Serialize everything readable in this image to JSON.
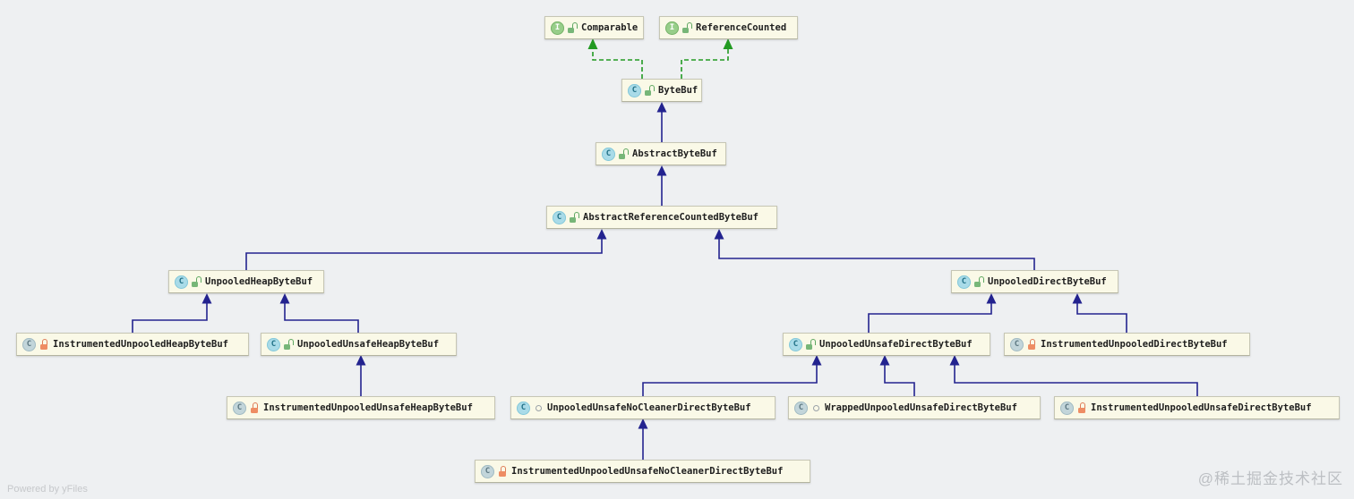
{
  "diagram": {
    "type": "uml-class-hierarchy",
    "icons": {
      "class_letter": "C",
      "interface_letter": "I",
      "class-icon": "blue circle with C",
      "interface-icon": "green circle with I",
      "open-lock-icon": "green open padlock (public)",
      "closed-lock-icon": "orange closed padlock (package-private)",
      "circle-visibility-icon": "gray hollow circle (package-local)"
    },
    "colors": {
      "background": "#eef0f2",
      "node_fill": "#faf9e7",
      "node_border": "#c6c6b4",
      "extends_edge": "#23238f",
      "implements_edge": "#229a22",
      "class_icon": "#a9dbe8",
      "interface_icon": "#97ce89",
      "public_lock": "#5fa862",
      "package_lock": "#ee8d64",
      "local_circle": "#9aa2a8"
    },
    "edge_types": {
      "extends": "solid navy line, hollow-to-filled navy triangle arrowhead pointing at superclass",
      "implements": "dashed green line, filled green triangle arrowhead pointing at interface"
    },
    "nodes": [
      {
        "id": "comparable",
        "label": "Comparable",
        "kind": "interface",
        "visibility": "public"
      },
      {
        "id": "reference-counted",
        "label": "ReferenceCounted",
        "kind": "interface",
        "visibility": "public"
      },
      {
        "id": "bytebuf",
        "label": "ByteBuf",
        "kind": "class",
        "visibility": "public"
      },
      {
        "id": "abstract-bytebuf",
        "label": "AbstractByteBuf",
        "kind": "class",
        "visibility": "public"
      },
      {
        "id": "abstract-reference-counted-bytebuf",
        "label": "AbstractReferenceCountedByteBuf",
        "kind": "class",
        "visibility": "public"
      },
      {
        "id": "unpooled-heap-bytebuf",
        "label": "UnpooledHeapByteBuf",
        "kind": "class",
        "visibility": "public"
      },
      {
        "id": "unpooled-direct-bytebuf",
        "label": "UnpooledDirectByteBuf",
        "kind": "class",
        "visibility": "public"
      },
      {
        "id": "instrumented-unpooled-heap-bytebuf",
        "label": "InstrumentedUnpooledHeapByteBuf",
        "kind": "class",
        "visibility": "package"
      },
      {
        "id": "unpooled-unsafe-heap-bytebuf",
        "label": "UnpooledUnsafeHeapByteBuf",
        "kind": "class",
        "visibility": "public"
      },
      {
        "id": "unpooled-unsafe-direct-bytebuf",
        "label": "UnpooledUnsafeDirectByteBuf",
        "kind": "class",
        "visibility": "public"
      },
      {
        "id": "instrumented-unpooled-direct-bytebuf",
        "label": "InstrumentedUnpooledDirectByteBuf",
        "kind": "class",
        "visibility": "package"
      },
      {
        "id": "instrumented-unpooled-unsafe-heap-bytebuf",
        "label": "InstrumentedUnpooledUnsafeHeapByteBuf",
        "kind": "class",
        "visibility": "package"
      },
      {
        "id": "unpooled-unsafe-nocleaner-direct-bytebuf",
        "label": "UnpooledUnsafeNoCleanerDirectByteBuf",
        "kind": "class",
        "visibility": "local"
      },
      {
        "id": "wrapped-unpooled-unsafe-direct-bytebuf",
        "label": "WrappedUnpooledUnsafeDirectByteBuf",
        "kind": "class",
        "visibility": "local"
      },
      {
        "id": "instrumented-unpooled-unsafe-direct-bytebuf",
        "label": "InstrumentedUnpooledUnsafeDirectByteBuf",
        "kind": "class",
        "visibility": "package"
      },
      {
        "id": "instrumented-unpooled-unsafe-nocleaner-direct-bytebuf",
        "label": "InstrumentedUnpooledUnsafeNoCleanerDirectByteBuf",
        "kind": "class",
        "visibility": "package"
      }
    ],
    "edges": [
      {
        "from": "ByteBuf",
        "to": "Comparable",
        "type": "implements"
      },
      {
        "from": "ByteBuf",
        "to": "ReferenceCounted",
        "type": "implements"
      },
      {
        "from": "AbstractByteBuf",
        "to": "ByteBuf",
        "type": "extends"
      },
      {
        "from": "AbstractReferenceCountedByteBuf",
        "to": "AbstractByteBuf",
        "type": "extends"
      },
      {
        "from": "UnpooledHeapByteBuf",
        "to": "AbstractReferenceCountedByteBuf",
        "type": "extends"
      },
      {
        "from": "UnpooledDirectByteBuf",
        "to": "AbstractReferenceCountedByteBuf",
        "type": "extends"
      },
      {
        "from": "InstrumentedUnpooledHeapByteBuf",
        "to": "UnpooledHeapByteBuf",
        "type": "extends"
      },
      {
        "from": "UnpooledUnsafeHeapByteBuf",
        "to": "UnpooledHeapByteBuf",
        "type": "extends"
      },
      {
        "from": "InstrumentedUnpooledUnsafeHeapByteBuf",
        "to": "UnpooledUnsafeHeapByteBuf",
        "type": "extends"
      },
      {
        "from": "UnpooledUnsafeDirectByteBuf",
        "to": "UnpooledDirectByteBuf",
        "type": "extends"
      },
      {
        "from": "InstrumentedUnpooledDirectByteBuf",
        "to": "UnpooledDirectByteBuf",
        "type": "extends"
      },
      {
        "from": "UnpooledUnsafeNoCleanerDirectByteBuf",
        "to": "UnpooledUnsafeDirectByteBuf",
        "type": "extends"
      },
      {
        "from": "WrappedUnpooledUnsafeDirectByteBuf",
        "to": "UnpooledUnsafeDirectByteBuf",
        "type": "extends"
      },
      {
        "from": "InstrumentedUnpooledUnsafeDirectByteBuf",
        "to": "UnpooledUnsafeDirectByteBuf",
        "type": "extends"
      },
      {
        "from": "InstrumentedUnpooledUnsafeNoCleanerDirectByteBuf",
        "to": "UnpooledUnsafeNoCleanerDirectByteBuf",
        "type": "extends"
      }
    ]
  },
  "footer": {
    "powered_by": "Powered by yFiles",
    "watermark": "@稀土掘金技术社区"
  }
}
